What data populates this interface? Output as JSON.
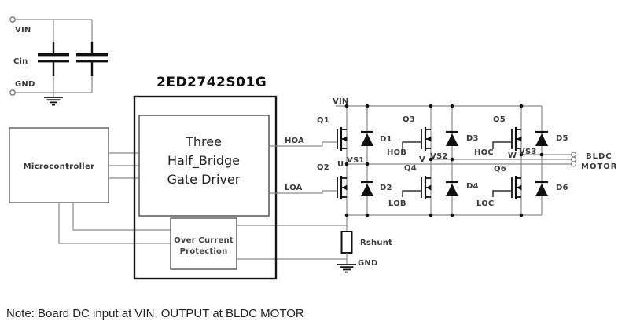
{
  "colors": {
    "background": "#ffffff",
    "wire": "#8a8a8a",
    "symbol": "#111111",
    "box_border": "#555555",
    "driver_border": "#161616",
    "label_text": "#3a3a3a",
    "note_text": "#222222"
  },
  "input_filter": {
    "vin": "VIN",
    "cin": "Cin",
    "gnd": "GND"
  },
  "mcu": {
    "label": "Microcontroller"
  },
  "driver": {
    "part_number": "2ED2742S01G",
    "core_lines": [
      "Three",
      "Half_Bridge",
      "Gate Driver"
    ],
    "ocp_lines": [
      "Over Current",
      "Protection"
    ],
    "hoa": "HOA",
    "loa": "LOA"
  },
  "bridge": {
    "vin": "VIN",
    "q": [
      "Q1",
      "Q2",
      "Q3",
      "Q4",
      "Q5",
      "Q6"
    ],
    "d": [
      "D1",
      "D2",
      "D3",
      "D4",
      "D5",
      "D6"
    ],
    "hob": "HOB",
    "lob": "LOB",
    "hoc": "HOC",
    "loc": "LOC",
    "u": "U",
    "v": "V",
    "w": "W",
    "vs1": "VS1",
    "vs2": "VS2",
    "vs3": "VS3",
    "rshunt": "Rshunt",
    "gnd": "GND"
  },
  "motor": {
    "line1": "BLDC",
    "line2": "MOTOR"
  },
  "note": "Note: Board DC input at VIN, OUTPUT at BLDC MOTOR"
}
